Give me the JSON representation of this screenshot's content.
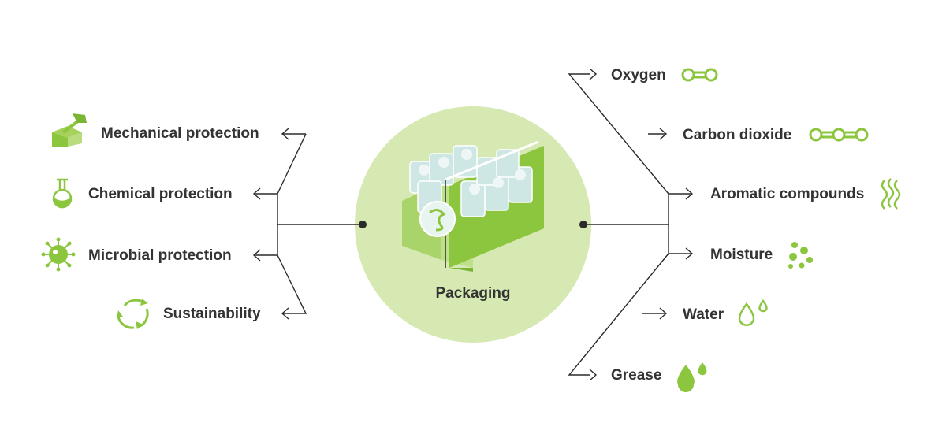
{
  "center": {
    "label": "Packaging"
  },
  "left_items": [
    {
      "label": "Mechanical protection",
      "icon": "hammer-cube-icon"
    },
    {
      "label": "Chemical protection",
      "icon": "flask-icon"
    },
    {
      "label": "Microbial protection",
      "icon": "microbe-icon"
    },
    {
      "label": "Sustainability",
      "icon": "recycle-icon"
    }
  ],
  "right_items": [
    {
      "label": "Oxygen",
      "icon": "oxygen-molecule-icon"
    },
    {
      "label": "Carbon dioxide",
      "icon": "co2-molecule-icon"
    },
    {
      "label": "Aromatic compounds",
      "icon": "aroma-waves-icon"
    },
    {
      "label": "Moisture",
      "icon": "bubbles-icon"
    },
    {
      "label": "Water",
      "icon": "water-drops-outline-icon"
    },
    {
      "label": "Grease",
      "icon": "grease-drops-icon"
    }
  ],
  "colors": {
    "green": "#8cc63f",
    "light_green": "#d6e9b3",
    "text": "#333333",
    "line": "#2b2b2b"
  }
}
